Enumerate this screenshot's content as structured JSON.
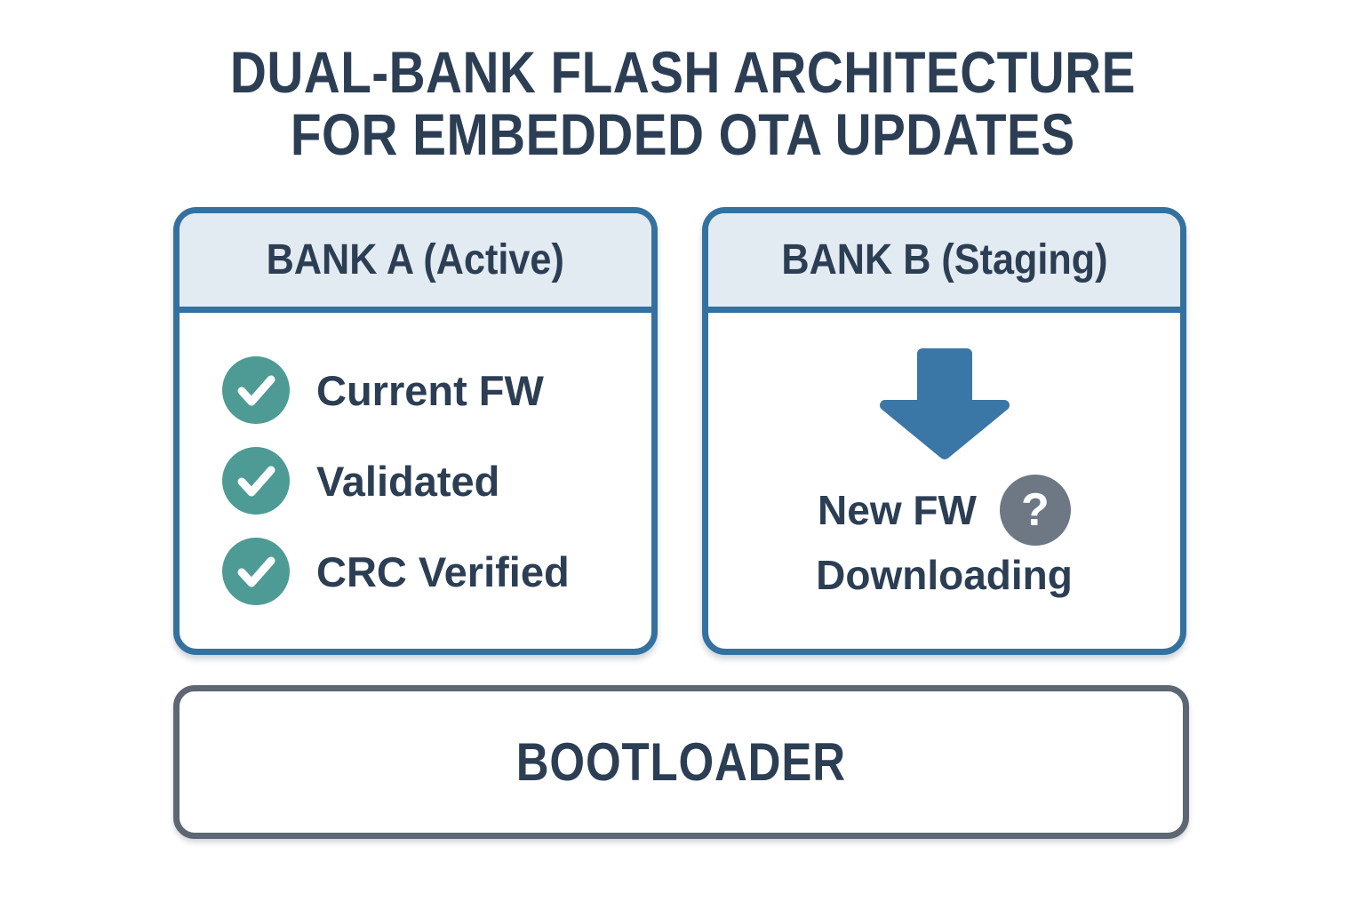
{
  "title": {
    "line1": "DUAL-BANK FLASH ARCHITECTURE",
    "line2": "FOR EMBEDDED OTA UPDATES"
  },
  "bank_a": {
    "header": "BANK A (Active)",
    "items": [
      {
        "icon": "check-circle-icon",
        "label": "Current FW"
      },
      {
        "icon": "check-circle-icon",
        "label": "Validated"
      },
      {
        "icon": "check-circle-icon",
        "label": "CRC Verified"
      }
    ]
  },
  "bank_b": {
    "header": "BANK B (Staging)",
    "arrow_icon": "arrow-down-icon",
    "status_line1": "New FW",
    "status_line2": "Downloading",
    "question_icon": "question-mark-icon",
    "question_glyph": "?"
  },
  "bootloader": {
    "label": "BOOTLOADER"
  },
  "colors": {
    "background": "#ffffff",
    "text_navy": "#2c3e54",
    "bank_border_blue": "#35719f",
    "header_bg": "#e3ebf2",
    "check_teal": "#4d9b94",
    "arrow_blue": "#3a76a6",
    "question_gray": "#6d7884",
    "bootloader_border_gray": "#5d6773"
  }
}
